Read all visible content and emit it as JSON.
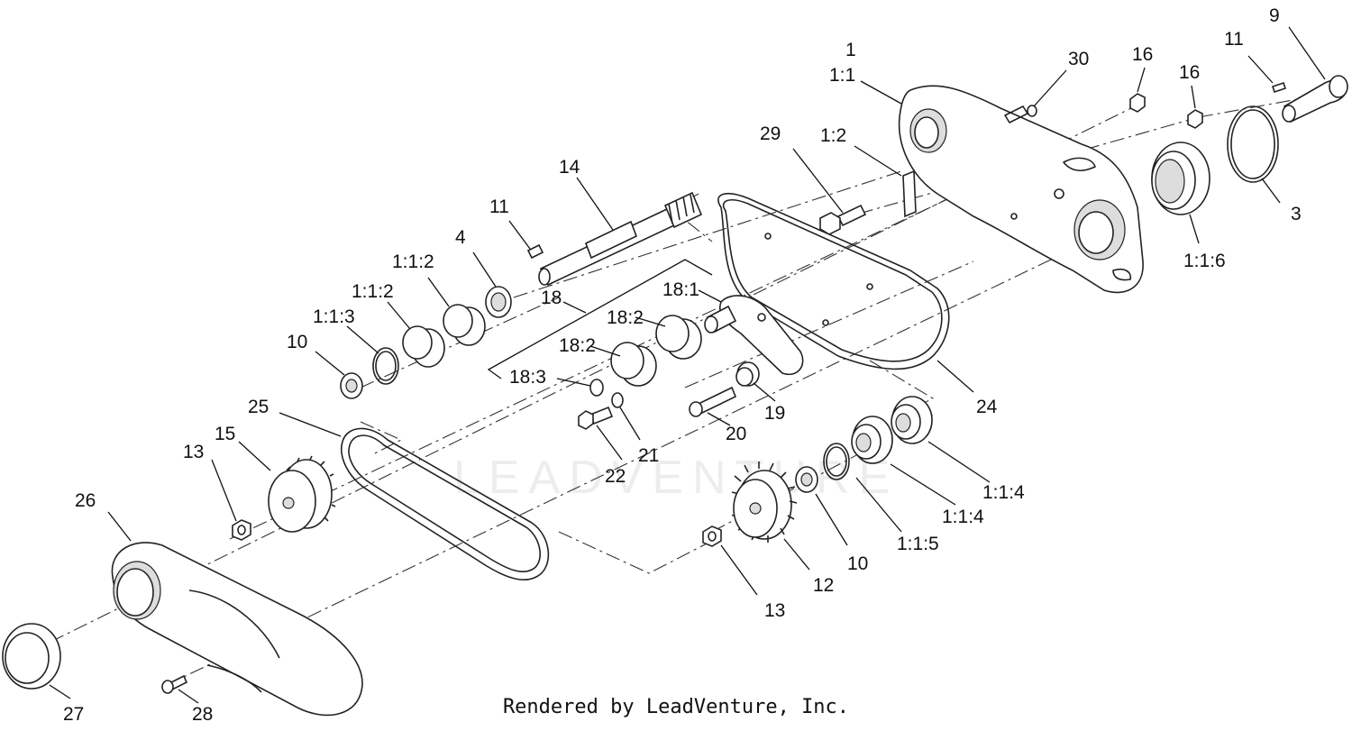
{
  "diagram": {
    "callouts": [
      {
        "id": "c1",
        "text": "1"
      },
      {
        "id": "c1-1",
        "text": "1:1"
      },
      {
        "id": "c30",
        "text": "30"
      },
      {
        "id": "c16a",
        "text": "16"
      },
      {
        "id": "c16b",
        "text": "16"
      },
      {
        "id": "c11a",
        "text": "11"
      },
      {
        "id": "c9",
        "text": "9"
      },
      {
        "id": "c29",
        "text": "29"
      },
      {
        "id": "c1-2",
        "text": "1:2"
      },
      {
        "id": "c14",
        "text": "14"
      },
      {
        "id": "c11b",
        "text": "11"
      },
      {
        "id": "c3",
        "text": "3"
      },
      {
        "id": "c1-1-6",
        "text": "1:1:6"
      },
      {
        "id": "c4",
        "text": "4"
      },
      {
        "id": "c1-1-2a",
        "text": "1:1:2"
      },
      {
        "id": "c1-1-2b",
        "text": "1:1:2"
      },
      {
        "id": "c18",
        "text": "18"
      },
      {
        "id": "c18-1",
        "text": "18:1"
      },
      {
        "id": "c1-1-3",
        "text": "1:1:3"
      },
      {
        "id": "c18-2a",
        "text": "18:2"
      },
      {
        "id": "c18-2b",
        "text": "18:2"
      },
      {
        "id": "c10a",
        "text": "10"
      },
      {
        "id": "c18-3",
        "text": "18:3"
      },
      {
        "id": "c24",
        "text": "24"
      },
      {
        "id": "c19",
        "text": "19"
      },
      {
        "id": "c25",
        "text": "25"
      },
      {
        "id": "c20",
        "text": "20"
      },
      {
        "id": "c21",
        "text": "21"
      },
      {
        "id": "c15",
        "text": "15"
      },
      {
        "id": "c13a",
        "text": "13"
      },
      {
        "id": "c22",
        "text": "22"
      },
      {
        "id": "c1-1-4a",
        "text": "1:1:4"
      },
      {
        "id": "c1-1-4b",
        "text": "1:1:4"
      },
      {
        "id": "c26",
        "text": "26"
      },
      {
        "id": "c1-1-5",
        "text": "1:1:5"
      },
      {
        "id": "c10b",
        "text": "10"
      },
      {
        "id": "c12",
        "text": "12"
      },
      {
        "id": "c13b",
        "text": "13"
      },
      {
        "id": "c27",
        "text": "27"
      },
      {
        "id": "c28",
        "text": "28"
      }
    ],
    "credit": "Rendered by LeadVenture, Inc.",
    "watermark": "LEADVENTURE"
  }
}
